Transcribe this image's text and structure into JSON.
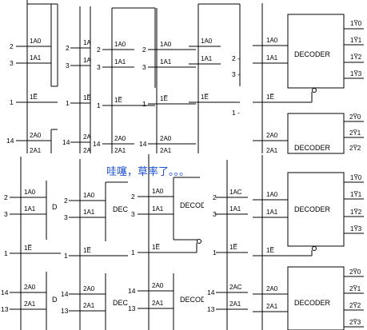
{
  "labels": {
    "decoder": "DECODER",
    "decoder_partial_1": "DEC",
    "decoder_partial_2": "DECOD",
    "decoder_partial_3": "D",
    "a0_1": "1A0",
    "a1_1": "1A1",
    "e_1": "1E̅",
    "a0_2": "2A0",
    "a1_2": "2A1",
    "a0_1_cut": "1A",
    "a0_2_cut": "2A",
    "a0_1_cut2": "1AC",
    "a0_2_cut2": "2AC",
    "out_1_0": "1Y̅0",
    "out_1_1": "1Y̅1",
    "out_1_2": "1Y̅2",
    "out_1_3": "1Y̅3",
    "out_2_0": "2Y̅0",
    "out_2_1": "2Y̅1",
    "out_2_2": "2Y̅2",
    "out_2_3": "2Y̅3",
    "pin_2": "2",
    "pin_3": "3",
    "pin_1": "1",
    "pin_14": "14",
    "pin_13": "13",
    "pin_2_dash": "2 -",
    "pin_3_dash": "3 -",
    "pin_1_dash": "1 -",
    "pin_1_dash2": "1 -",
    "pin_14_dash": "14 -",
    "pin_13_dash": "13 -"
  },
  "caption": "哇噻，草率了。。。"
}
